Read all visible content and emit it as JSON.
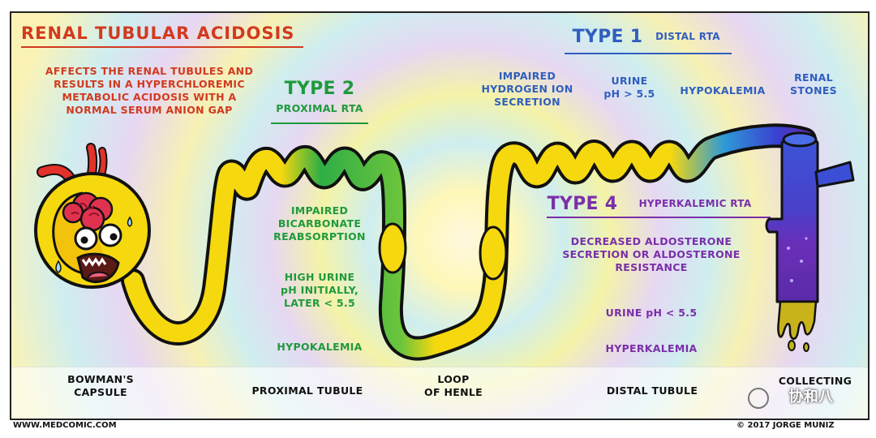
{
  "title": "RENAL TUBULAR ACIDOSIS",
  "intro": [
    "AFFECTS THE RENAL TUBULES AND",
    "RESULTS IN A HYPERCHLOREMIC",
    "METABOLIC ACIDOSIS WITH A",
    "NORMAL SERUM ANION GAP"
  ],
  "type2": {
    "heading": "TYPE 2",
    "subtitle": "PROXIMAL RTA",
    "finding1": [
      "IMPAIRED",
      "BICARBONATE",
      "REABSORPTION"
    ],
    "finding2": [
      "HIGH URINE",
      "pH INITIALLY,",
      "LATER < 5.5"
    ],
    "finding3": "HYPOKALEMIA"
  },
  "type1": {
    "heading": "TYPE 1",
    "subtitle": "DISTAL RTA",
    "finding1": [
      "IMPAIRED",
      "HYDROGEN ION",
      "SECRETION"
    ],
    "finding2": [
      "URINE",
      "pH > 5.5"
    ],
    "finding3": "HYPOKALEMIA",
    "finding4": [
      "RENAL",
      "STONES"
    ]
  },
  "type4": {
    "heading": "TYPE 4",
    "subtitle": "HYPERKALEMIC RTA",
    "finding1": [
      "DECREASED ALDOSTERONE",
      "SECRETION OR ALDOSTERONE",
      "RESISTANCE"
    ],
    "finding2": "URINE pH < 5.5",
    "finding3": "HYPERKALEMIA"
  },
  "segments": {
    "bowman": [
      "BOWMAN'S",
      "CAPSULE"
    ],
    "proximal": "PROXIMAL TUBULE",
    "loop": [
      "LOOP",
      "OF HENLE"
    ],
    "distal": "DISTAL TUBULE",
    "collecting": "COLLECTING"
  },
  "footer": {
    "website": "WWW.MEDCOMIC.COM",
    "copyright": "© 2017 JORGE MUNIZ",
    "watermark": "协和八"
  },
  "colors": {
    "red": "#d23a1f",
    "green": "#1f9a3b",
    "blue": "#2f5ec0",
    "purple": "#7a2fa8",
    "yellow": "#f6d20e"
  }
}
